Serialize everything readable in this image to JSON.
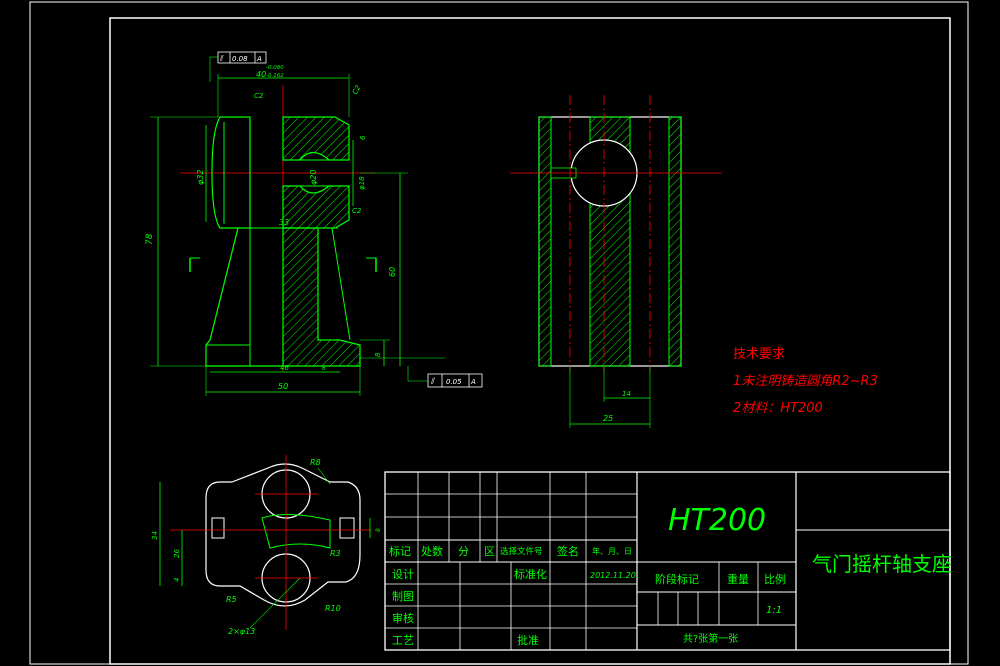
{
  "notes": {
    "heading": "技术要求",
    "line1": "1未注明铸造圆角R2~R3",
    "line2": "2材料：HT200"
  },
  "title_block": {
    "material": "HT200",
    "part_name": "气门摇杆轴支座",
    "rows": {
      "biaoji": "标记",
      "chushu": "处数",
      "fen": "分",
      "qu": "区",
      "wenjian": "选择文件号",
      "qianming": "签名",
      "nianyueri": "年、月、日",
      "sheji": "设计",
      "biaozhunhua": "标准化",
      "date": "2012.11.20",
      "zhitu": "制图",
      "shenhe": "审核",
      "gongyi": "工艺",
      "pizhun": "批准"
    },
    "stage": "阶段标记",
    "weight": "重量",
    "scale_label": "比例",
    "scale_value": "1:1",
    "sheets": "共?张第一张"
  },
  "tolerance": {
    "top_frame": [
      "⫽",
      "0.08",
      "A"
    ],
    "bottom_frame": [
      "⫽",
      "0.05",
      "A"
    ],
    "upper_dev": "-0.080",
    "lower_dev": "-0.162"
  },
  "dims": {
    "d40": "40",
    "d32": "φ32",
    "d18": "φ18",
    "d20": "φ20",
    "d33": "33",
    "d78": "78",
    "d60": "60",
    "d8": "8",
    "d46": "46",
    "d50": "50",
    "d6": "6",
    "c2": "C2",
    "d14": "14",
    "d25": "25",
    "d34": "34",
    "d26": "26",
    "d4": "4",
    "r8": "R8",
    "r3": "R3",
    "r5": "R5",
    "r10": "R10",
    "holes": "2×φ13"
  },
  "colors": {
    "outline": "#ffffff",
    "geometry": "#00ff00",
    "centerline": "#ff0000",
    "hatch": "#00ff00",
    "notes": "#ff0000"
  }
}
